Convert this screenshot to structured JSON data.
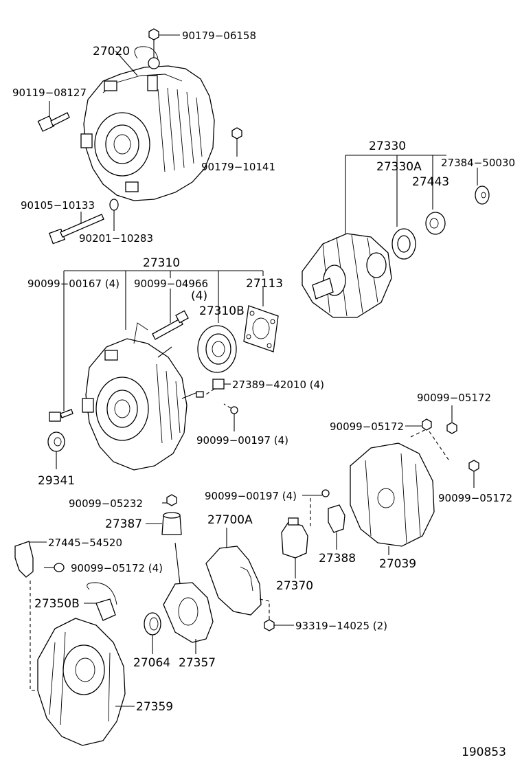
{
  "labels": {
    "p27020": "27020",
    "p90179_06158": "90179−06158",
    "p90119_08127": "90119−08127",
    "p90179_10141": "90179−10141",
    "p90105_10133": "90105−10133",
    "p90201_10283": "90201−10283",
    "p27330": "27330",
    "p27330A": "27330A",
    "p27384_50030": "27384−50030",
    "p27443": "27443",
    "p27310": "27310",
    "p90099_00167": "90099−00167 (4)",
    "p90099_04966": "90099−04966",
    "p90099_04966_qty": "(4)",
    "p27113": "27113",
    "p27310B": "27310B",
    "p27389_42010": "27389−42010 (4)",
    "p90099_00197_a": "90099−00197 (4)",
    "p29341": "29341",
    "p90099_05172_a": "90099−05172",
    "p90099_05172_b": "90099−05172",
    "p90099_05172_c": "90099−05172",
    "p90099_05232": "90099−05232",
    "p90099_00197_b": "90099−00197 (4)",
    "p27387": "27387",
    "p27700A": "27700A",
    "p27445_54520": "27445−54520",
    "p90099_05172_d": "90099−05172 (4)",
    "p27370": "27370",
    "p27388": "27388",
    "p27039": "27039",
    "p27350B": "27350B",
    "p93319_14025": "93319−14025 (2)",
    "p27064": "27064",
    "p27357": "27357",
    "p27359": "27359",
    "diagram_id": "190853"
  }
}
